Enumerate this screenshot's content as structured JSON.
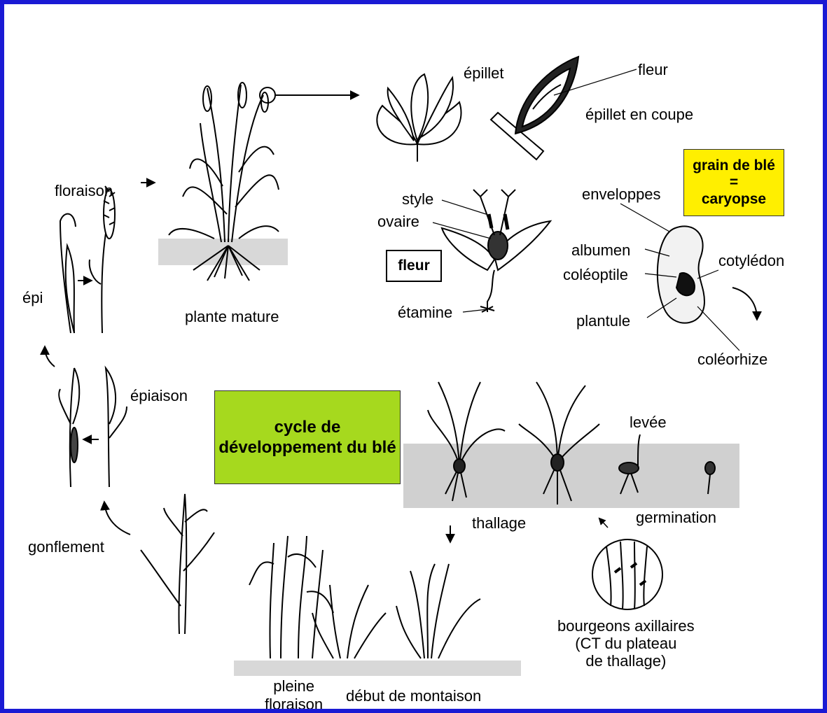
{
  "title": "cycle de développement du blé",
  "grain_box": {
    "line1": "grain de blé",
    "line2": "=",
    "line3": "caryopse"
  },
  "fleur_box": "fleur",
  "stages": {
    "floraison": "floraison",
    "plante_mature": "plante mature",
    "epi": "épi",
    "epiaison": "épiaison",
    "gonflement": "gonflement",
    "pleine_floraison": "pleine\nfloraison",
    "debut_montaison": "début de montaison",
    "thallage": "thallage",
    "germination": "germination",
    "levee": "levée",
    "bourgeons": "bourgeons axillaires\n(CT du plateau\nde thallage)"
  },
  "flower_parts": {
    "epillet": "épillet",
    "fleur": "fleur",
    "epillet_coupe": "épillet en coupe",
    "style": "style",
    "ovaire": "ovaire",
    "etamine": "étamine"
  },
  "grain_parts": {
    "enveloppes": "enveloppes",
    "albumen": "albumen",
    "coleoptile": "coléoptile",
    "cotyledon": "cotylédon",
    "plantule": "plantule",
    "coleorhize": "coléorhize"
  },
  "colors": {
    "border": "#1a1ad4",
    "title_bg": "#a6d91e",
    "grain_bg": "#ffef00"
  }
}
